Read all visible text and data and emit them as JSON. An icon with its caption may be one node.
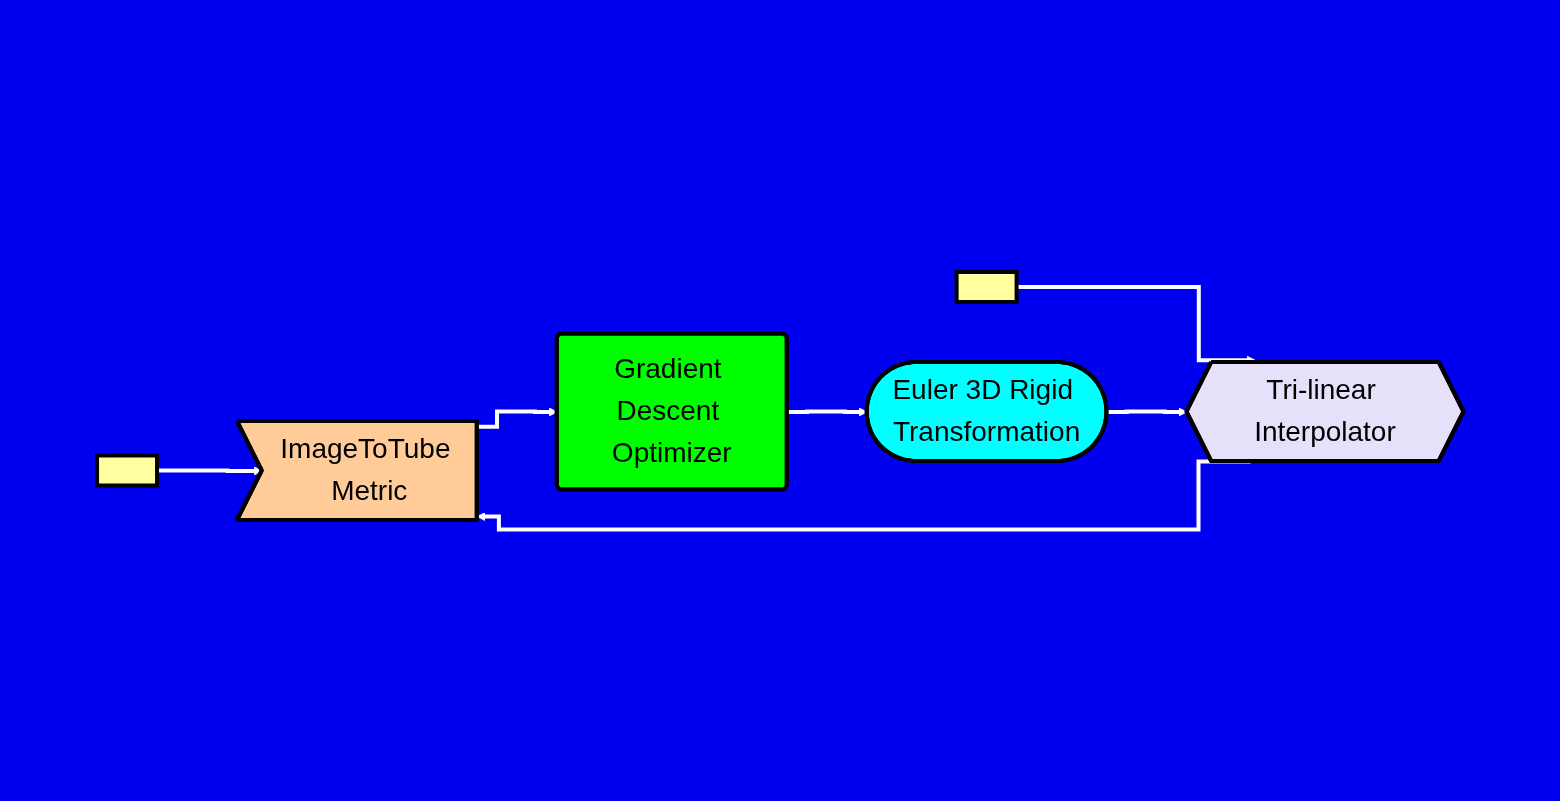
{
  "diagram": {
    "nodes": [
      {
        "text": [],
        "shape": "box"
      },
      {
        "text": [],
        "shape": "box"
      },
      {
        "text": [
          "ImageToTube Metric"
        ]
      },
      {
        "text": [
          "Gradient Descent Optimizer"
        ]
      },
      {
        "text": [
          "Tri-linear Interpolator"
        ]
      },
      {
        "text": [
          "Euler 3D Rigid Transformation"
        ]
      }
    ],
    "edges": [
      {
        "from": 0,
        "to": 2,
        "arrow": "to"
      },
      {
        "from": 1,
        "to": 4,
        "arrow": "to"
      },
      {
        "from": 4,
        "to": 2,
        "arrow": "to"
      },
      {
        "from": 2,
        "to": 3,
        "arrow": "to"
      },
      {
        "from": 3,
        "to": 5,
        "arrow": "to"
      },
      {
        "from": 5,
        "to": 4,
        "arrow": "to"
      }
    ]
  }
}
